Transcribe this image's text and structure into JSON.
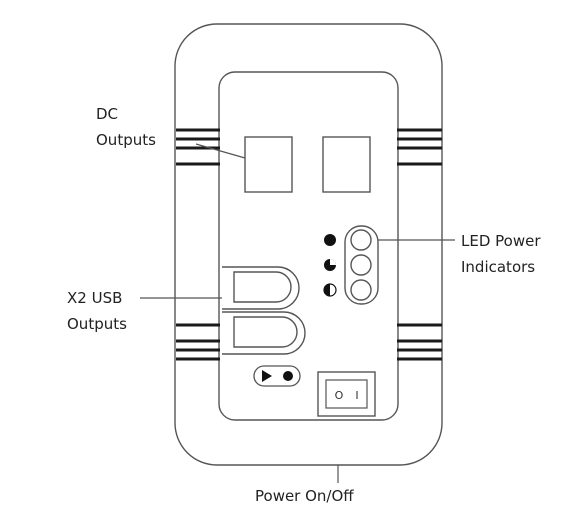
{
  "labels": {
    "dc_outputs": {
      "line1": "DC",
      "line2": "Outputs"
    },
    "usb_outputs": {
      "line1": "X2 USB",
      "line2": "Outputs"
    },
    "led_indicators": {
      "line1": "LED Power",
      "line2": "Indicators"
    },
    "power_switch": "Power On/Off"
  },
  "switch_symbols": {
    "off": "O",
    "on": "I"
  },
  "icons": {
    "dc_port": "square-port-icon",
    "usb_port": "usb-port-icon",
    "led_full": "full-circle-icon",
    "led_three_quarter": "three-quarter-moon-icon",
    "led_half": "half-moon-icon",
    "play_record": "play-record-icon"
  },
  "colors": {
    "stroke": "#555555",
    "band": "#1a1a1a",
    "text": "#222222"
  }
}
